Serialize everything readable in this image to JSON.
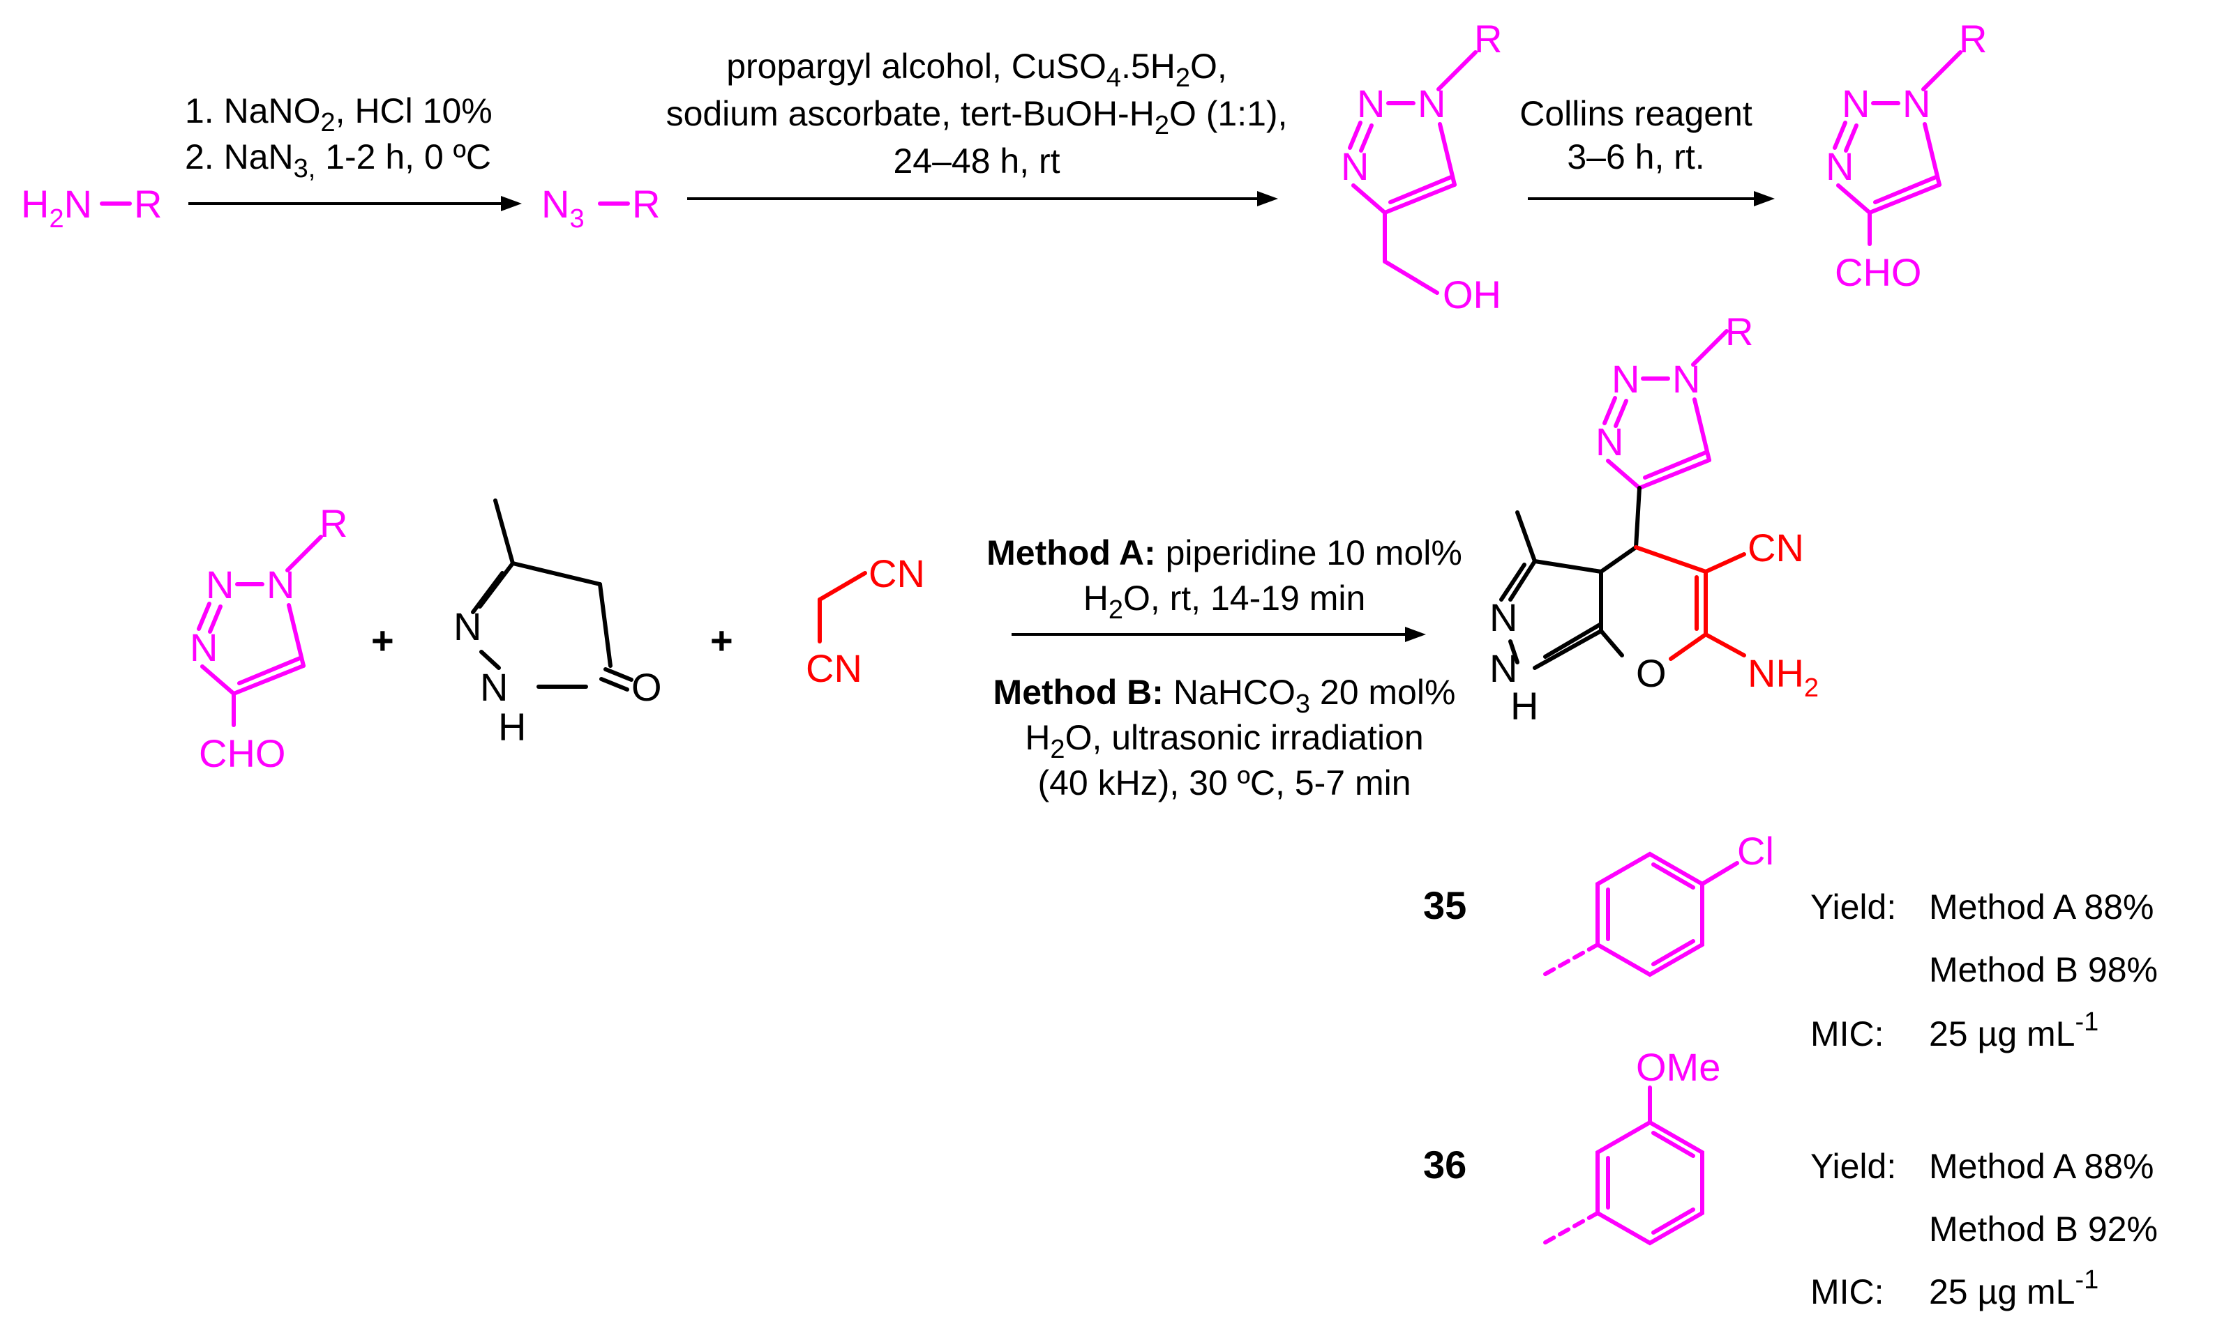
{
  "colors": {
    "reactant": "#ff00ff",
    "malononitrile": "#ff0000",
    "core": "#000000"
  },
  "atoms": {
    "H": "H",
    "H2": "H",
    "two": "2",
    "three": "3",
    "N": "N",
    "NH": "NH",
    "H_low": "H",
    "R": "R",
    "O": "O",
    "OH": "OH",
    "CHO": "CHO",
    "CN": "CN",
    "Cl": "Cl",
    "OMe": "OMe",
    "dash": "–",
    "plus": "+"
  },
  "step1": {
    "line1": "1. NaNO",
    "line1_sub": "2",
    "line1_rest": ", HCl 10%",
    "line2": "2. NaN",
    "line2_sub": "3,",
    "line2_rest": " 1-2 h, 0 ºC"
  },
  "step2": {
    "line1": "propargyl alcohol, CuSO",
    "line1_sub": "4",
    "line1_rest": ".5H",
    "line1_sub2": "2",
    "line1_end": "O,",
    "line2": "sodium ascorbate, tert-BuOH-H",
    "line2_sub": "2",
    "line2_rest": "O (1:1),",
    "line3": "24–48 h, rt"
  },
  "step3": {
    "line1": "Collins reagent",
    "line2": "3–6 h, rt."
  },
  "methodA": {
    "label": "Method A:",
    "reagent": " piperidine 10 mol%",
    "line2_a": "H",
    "line2_sub": "2",
    "line2_b": "O, rt, 14-19 min"
  },
  "methodB": {
    "label": "Method B:",
    "reagent": " NaHCO",
    "reagent_sub": "3",
    "reagent_rest": " 20 mol%",
    "line2_a": "H",
    "line2_sub": "2",
    "line2_b": "O, ultrasonic irradiation",
    "line3": "(40 kHz), 30 ºC, 5-7 min"
  },
  "compounds": [
    {
      "number": "35",
      "substituent": "Cl",
      "yield_label": "Yield:",
      "yield_a": "Method A 88%",
      "yield_b": "Method B 98%",
      "mic_label": "MIC:",
      "mic_value": "25 µg mL",
      "mic_exp": "-1"
    },
    {
      "number": "36",
      "substituent": "OMe",
      "yield_label": "Yield:",
      "yield_a": "Method A 88%",
      "yield_b": "Method B 92%",
      "mic_label": "MIC:",
      "mic_value": "25 µg mL",
      "mic_exp": "-1"
    }
  ]
}
